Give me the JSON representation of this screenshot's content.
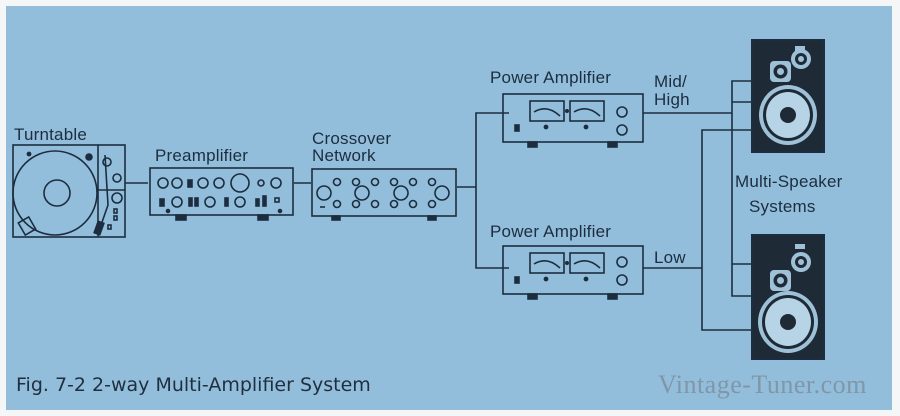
{
  "diagram": {
    "labels": {
      "turntable": "Turntable",
      "preamplifier": "Preamplifier",
      "crossover_line1": "Crossover",
      "crossover_line2": "Network",
      "power_amp_top": "Power Amplifier",
      "power_amp_bottom": "Power Amplifier",
      "mid_high_line1": "Mid/",
      "mid_high_line2": "High",
      "low": "Low",
      "speakers_line1": "Multi-Speaker",
      "speakers_line2": "Systems"
    },
    "caption": "Fig. 7-2 2-way Multi-Amplifier System",
    "watermark": "Vintage-Tuner.com",
    "colors": {
      "background": "#93bedb",
      "ink": "#1c2d3f",
      "speaker_body": "#1e2a36"
    }
  }
}
